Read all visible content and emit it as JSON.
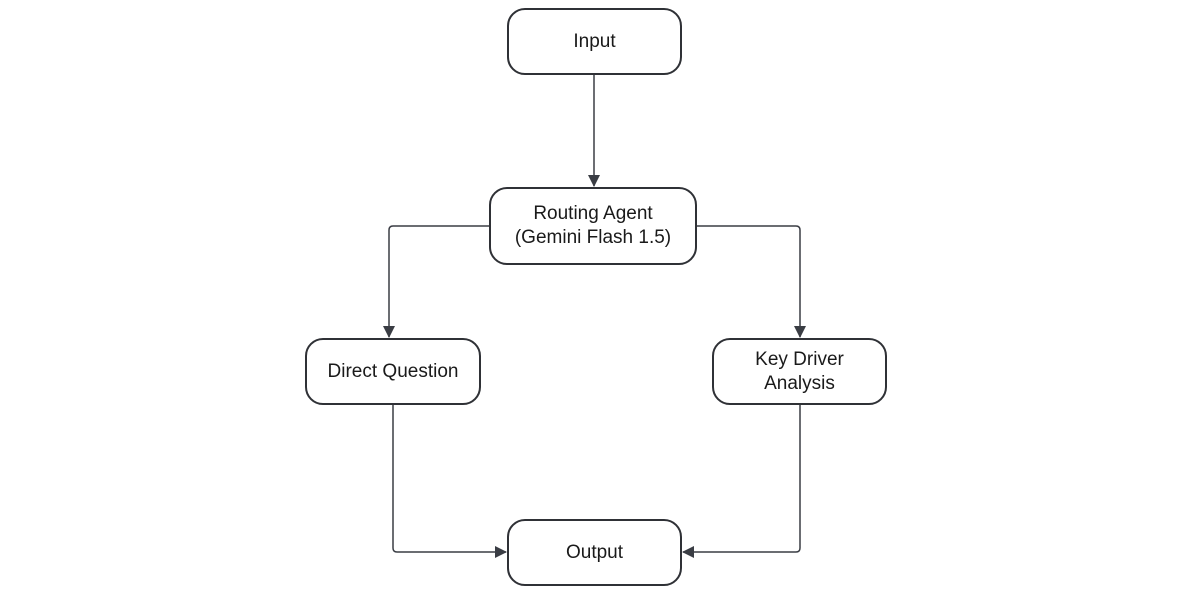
{
  "diagram": {
    "nodes": {
      "input": "Input",
      "router": "Routing Agent\n(Gemini Flash 1.5)",
      "direct": "Direct Question",
      "kda": "Key Driver\nAnalysis",
      "output": "Output"
    },
    "edges": [
      {
        "from": "input",
        "to": "router"
      },
      {
        "from": "router",
        "to": "direct"
      },
      {
        "from": "router",
        "to": "kda"
      },
      {
        "from": "direct",
        "to": "output"
      },
      {
        "from": "kda",
        "to": "output"
      }
    ],
    "colors": {
      "line": "#3a3d44",
      "border": "#2f3136",
      "text": "#1a1a1a",
      "background": "#ffffff"
    }
  }
}
